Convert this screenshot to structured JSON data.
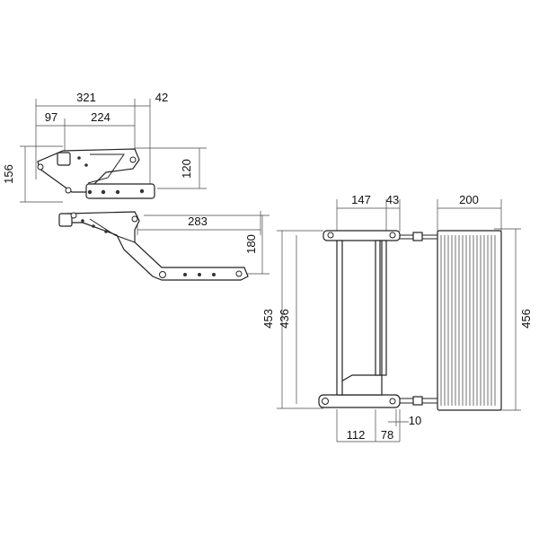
{
  "side_view_top": {
    "dim_321": "321",
    "dim_42": "42",
    "dim_97": "97",
    "dim_224": "224",
    "dim_156": "156",
    "dim_120": "120"
  },
  "side_view_bottom": {
    "dim_283": "283",
    "dim_180": "180"
  },
  "top_view": {
    "dim_147": "147",
    "dim_43": "43",
    "dim_200": "200",
    "dim_453": "453",
    "dim_436": "436",
    "dim_456": "456",
    "dim_112": "112",
    "dim_78": "78",
    "dim_10": "10"
  }
}
